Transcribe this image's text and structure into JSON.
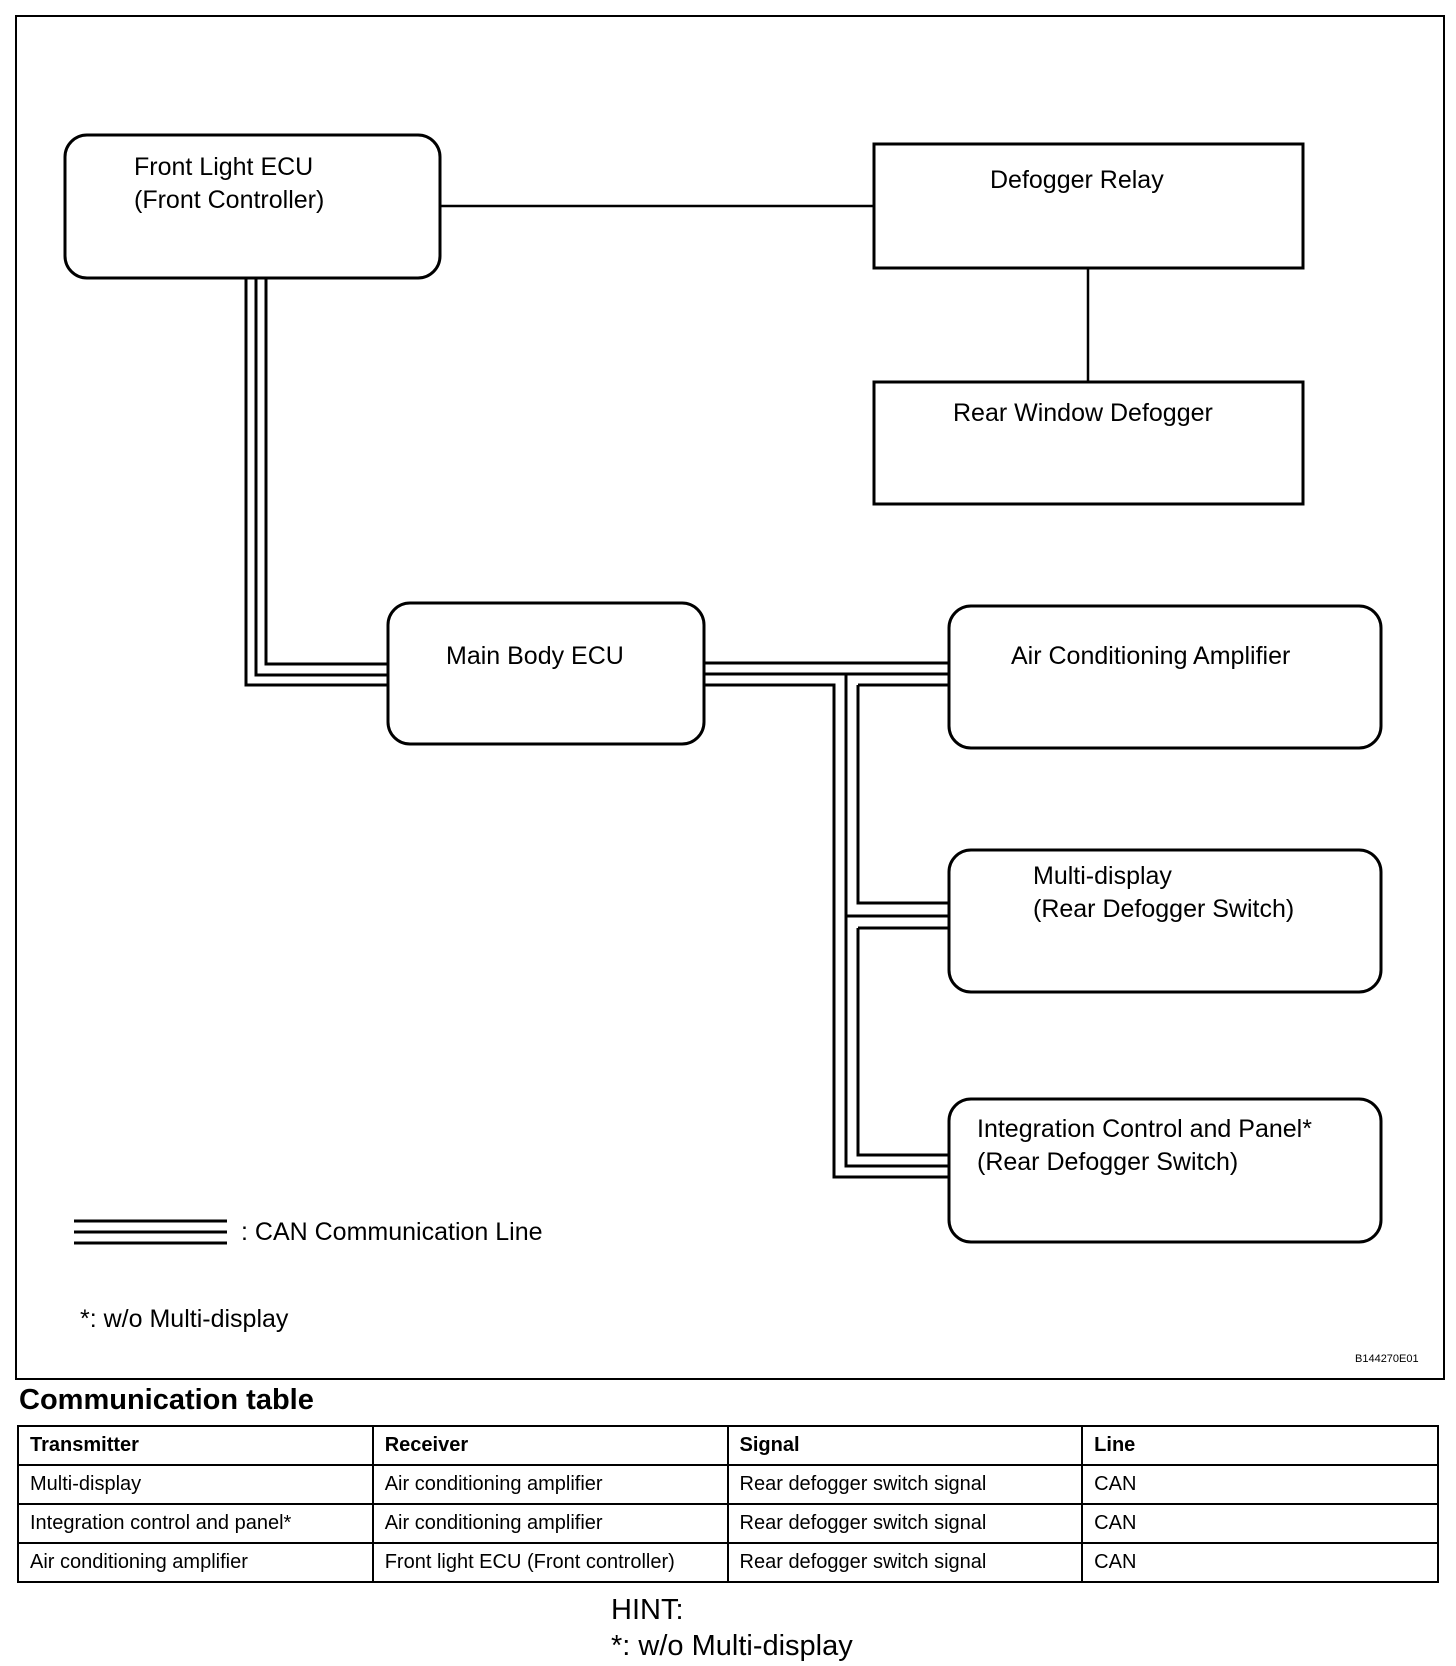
{
  "diagram": {
    "nodes": {
      "front_light_ecu": [
        "Front Light ECU",
        "(Front Controller)"
      ],
      "defogger_relay": [
        "Defogger Relay"
      ],
      "rear_window_defogger": [
        "Rear Window Defogger"
      ],
      "main_body_ecu": [
        "Main Body ECU"
      ],
      "air_conditioning_amplifier": [
        "Air Conditioning Amplifier"
      ],
      "multi_display": [
        "Multi-display",
        "(Rear Defogger Switch)"
      ],
      "integration_control_panel": [
        "Integration Control and Panel*",
        "(Rear Defogger Switch)"
      ]
    },
    "legend": ": CAN Communication Line",
    "footnote": "*: w/o Multi-display",
    "figure_code": "B144270E01"
  },
  "table": {
    "title": "Communication table",
    "headers": [
      "Transmitter",
      "Receiver",
      "Signal",
      "Line"
    ],
    "rows": [
      [
        "Multi-display",
        "Air conditioning amplifier",
        "Rear defogger switch signal",
        "CAN"
      ],
      [
        "Integration control and panel*",
        "Air conditioning amplifier",
        "Rear defogger switch signal",
        "CAN"
      ],
      [
        "Air conditioning amplifier",
        "Front light ECU (Front controller)",
        "Rear defogger switch signal",
        "CAN"
      ]
    ]
  },
  "hint": {
    "label": "HINT:",
    "text": "*: w/o Multi-display"
  }
}
